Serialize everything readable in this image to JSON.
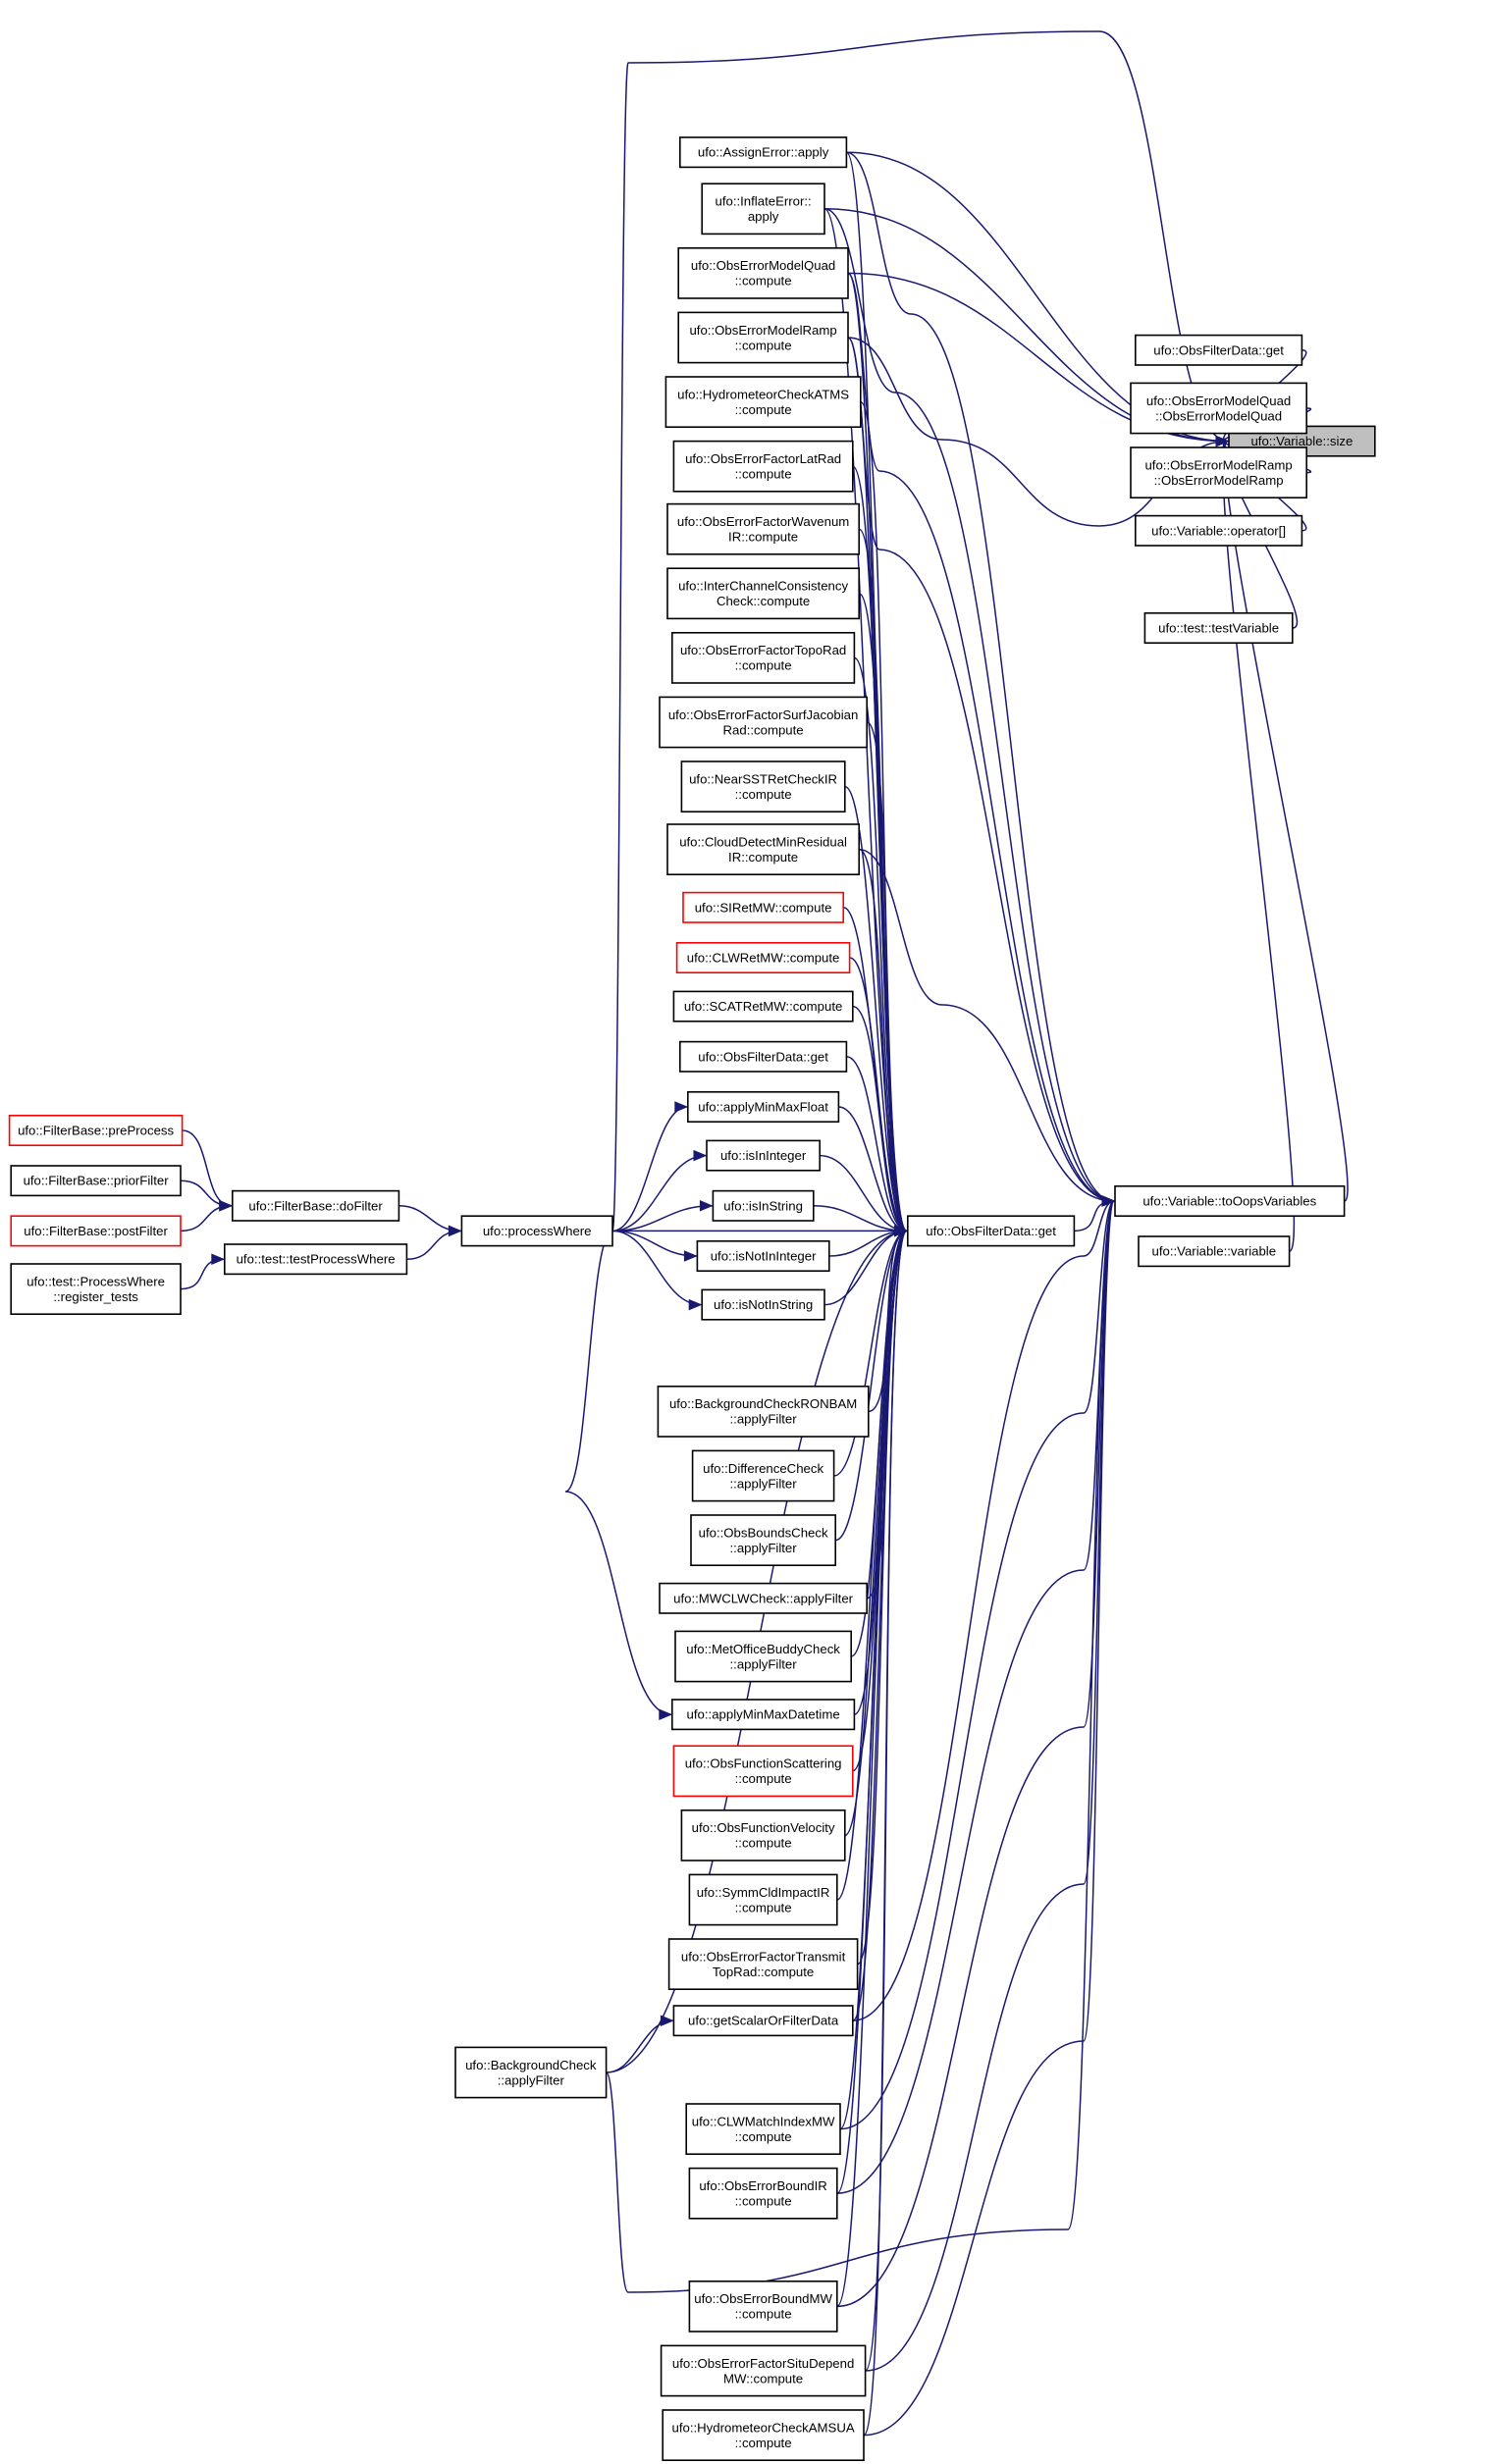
{
  "graph": {
    "nodes": [
      {
        "id": "n_size",
        "lines": [
          "ufo::Variable::size"
        ],
        "type": "focus"
      },
      {
        "id": "n_filterdata_get_r",
        "lines": [
          "ufo::ObsFilterData::get"
        ]
      },
      {
        "id": "n_quad_ctor",
        "lines": [
          "ufo::ObsErrorModelQuad",
          "::ObsErrorModelQuad"
        ]
      },
      {
        "id": "n_ramp_ctor",
        "lines": [
          "ufo::ObsErrorModelRamp",
          "::ObsErrorModelRamp"
        ]
      },
      {
        "id": "n_operator",
        "lines": [
          "ufo::Variable::operator[]"
        ]
      },
      {
        "id": "n_testVariable",
        "lines": [
          "ufo::test::testVariable"
        ]
      },
      {
        "id": "n_toOops",
        "lines": [
          "ufo::Variable::toOopsVariables"
        ]
      },
      {
        "id": "n_variable",
        "lines": [
          "ufo::Variable::variable"
        ]
      },
      {
        "id": "n_get",
        "lines": [
          "ufo::ObsFilterData::get"
        ]
      },
      {
        "id": "n_assign",
        "lines": [
          "ufo::AssignError::apply"
        ]
      },
      {
        "id": "n_inflate",
        "lines": [
          "ufo::InflateError::",
          "apply"
        ]
      },
      {
        "id": "n_quad_compute",
        "lines": [
          "ufo::ObsErrorModelQuad",
          "::compute"
        ]
      },
      {
        "id": "n_ramp_compute",
        "lines": [
          "ufo::ObsErrorModelRamp",
          "::compute"
        ]
      },
      {
        "id": "n_hydroATMS",
        "lines": [
          "ufo::HydrometeorCheckATMS",
          "::compute"
        ]
      },
      {
        "id": "n_latrad",
        "lines": [
          "ufo::ObsErrorFactorLatRad",
          "::compute"
        ]
      },
      {
        "id": "n_wavenum",
        "lines": [
          "ufo::ObsErrorFactorWavenum",
          "IR::compute"
        ]
      },
      {
        "id": "n_interchan",
        "lines": [
          "ufo::InterChannelConsistency",
          "Check::compute"
        ]
      },
      {
        "id": "n_toporad",
        "lines": [
          "ufo::ObsErrorFactorTopoRad",
          "::compute"
        ]
      },
      {
        "id": "n_surfjac",
        "lines": [
          "ufo::ObsErrorFactorSurfJacobian",
          "Rad::compute"
        ]
      },
      {
        "id": "n_nearsst",
        "lines": [
          "ufo::NearSSTRetCheckIR",
          "::compute"
        ]
      },
      {
        "id": "n_clouddetect",
        "lines": [
          "ufo::CloudDetectMinResidual",
          "IR::compute"
        ]
      },
      {
        "id": "n_siret",
        "lines": [
          "ufo::SIRetMW::compute"
        ],
        "type": "red"
      },
      {
        "id": "n_clwret",
        "lines": [
          "ufo::CLWRetMW::compute"
        ],
        "type": "red"
      },
      {
        "id": "n_scatret",
        "lines": [
          "ufo::SCATRetMW::compute"
        ]
      },
      {
        "id": "n_filterdata_get_l",
        "lines": [
          "ufo::ObsFilterData::get"
        ]
      },
      {
        "id": "n_minmaxfloat",
        "lines": [
          "ufo::applyMinMaxFloat"
        ]
      },
      {
        "id": "n_isininteger",
        "lines": [
          "ufo::isInInteger"
        ]
      },
      {
        "id": "n_isinstring",
        "lines": [
          "ufo::isInString"
        ]
      },
      {
        "id": "n_isnotininteger",
        "lines": [
          "ufo::isNotInInteger"
        ]
      },
      {
        "id": "n_isnotinstring",
        "lines": [
          "ufo::isNotInString"
        ]
      },
      {
        "id": "n_processwhere",
        "lines": [
          "ufo::processWhere"
        ]
      },
      {
        "id": "n_dofilter",
        "lines": [
          "ufo::FilterBase::doFilter"
        ]
      },
      {
        "id": "n_testprocesswhere",
        "lines": [
          "ufo::test::testProcessWhere"
        ]
      },
      {
        "id": "n_preprocess",
        "lines": [
          "ufo::FilterBase::preProcess"
        ],
        "type": "red"
      },
      {
        "id": "n_priorfilter",
        "lines": [
          "ufo::FilterBase::priorFilter"
        ]
      },
      {
        "id": "n_postfilter",
        "lines": [
          "ufo::FilterBase::postFilter"
        ],
        "type": "red"
      },
      {
        "id": "n_registertests",
        "lines": [
          "ufo::test::ProcessWhere",
          "::register_tests"
        ]
      },
      {
        "id": "n_ronbam",
        "lines": [
          "ufo::BackgroundCheckRONBAM",
          "::applyFilter"
        ]
      },
      {
        "id": "n_diffcheck",
        "lines": [
          "ufo::DifferenceCheck",
          "::applyFilter"
        ]
      },
      {
        "id": "n_boundscheck",
        "lines": [
          "ufo::ObsBoundsCheck",
          "::applyFilter"
        ]
      },
      {
        "id": "n_mwclw",
        "lines": [
          "ufo::MWCLWCheck::applyFilter"
        ]
      },
      {
        "id": "n_buddy",
        "lines": [
          "ufo::MetOfficeBuddyCheck",
          "::applyFilter"
        ]
      },
      {
        "id": "n_minmaxdatetime",
        "lines": [
          "ufo::applyMinMaxDatetime"
        ]
      },
      {
        "id": "n_scattering",
        "lines": [
          "ufo::ObsFunctionScattering",
          "::compute"
        ],
        "type": "red"
      },
      {
        "id": "n_velocity",
        "lines": [
          "ufo::ObsFunctionVelocity",
          "::compute"
        ]
      },
      {
        "id": "n_symmcld",
        "lines": [
          "ufo::SymmCldImpactIR",
          "::compute"
        ]
      },
      {
        "id": "n_transmit",
        "lines": [
          "ufo::ObsErrorFactorTransmit",
          "TopRad::compute"
        ]
      },
      {
        "id": "n_getscalar",
        "lines": [
          "ufo::getScalarOrFilterData"
        ]
      },
      {
        "id": "n_bgcheck",
        "lines": [
          "ufo::BackgroundCheck",
          "::applyFilter"
        ]
      },
      {
        "id": "n_clwmatch",
        "lines": [
          "ufo::CLWMatchIndexMW",
          "::compute"
        ]
      },
      {
        "id": "n_boundir",
        "lines": [
          "ufo::ObsErrorBoundIR",
          "::compute"
        ]
      },
      {
        "id": "n_boundmw",
        "lines": [
          "ufo::ObsErrorBoundMW",
          "::compute"
        ]
      },
      {
        "id": "n_situdepend",
        "lines": [
          "ufo::ObsErrorFactorSituDepend",
          "MW::compute"
        ]
      },
      {
        "id": "n_hydroAMSUA",
        "lines": [
          "ufo::HydrometeorCheckAMSUA",
          "::compute"
        ]
      }
    ]
  }
}
